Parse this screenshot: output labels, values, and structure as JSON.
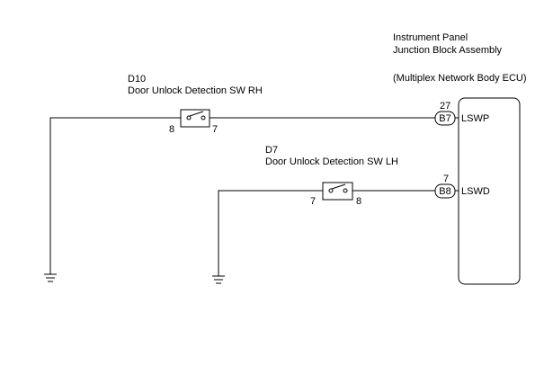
{
  "ecu": {
    "name_line1": "Instrument Panel",
    "name_line2": "Junction Block Assembly",
    "name_line3": "(Multiplex Network Body ECU)"
  },
  "switch_rh": {
    "code": "D10",
    "name": "Door Unlock Detection  SW RH",
    "pin_left": "8",
    "pin_right": "7"
  },
  "switch_lh": {
    "code": "D7",
    "name": "Door Unlock Detection  SW LH",
    "pin_left": "7",
    "pin_right": "8"
  },
  "terminals": [
    {
      "connector": "B7",
      "pin": "27",
      "signal": "LSWP"
    },
    {
      "connector": "B8",
      "pin": "7",
      "signal": "LSWD"
    }
  ]
}
